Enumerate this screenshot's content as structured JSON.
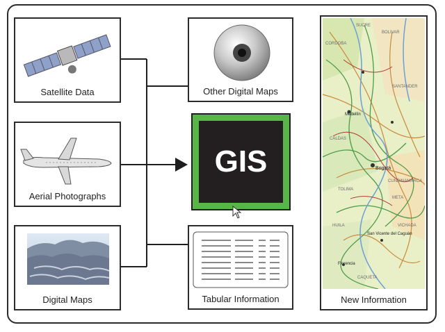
{
  "sources": {
    "satellite": {
      "label": "Satellite Data",
      "icon": "satellite-icon"
    },
    "aerial": {
      "label": "Aerial Photographs",
      "icon": "airplane-icon"
    },
    "digital_maps": {
      "label": "Digital Maps",
      "icon": "terrain-map-icon"
    },
    "other_maps": {
      "label": "Other Digital Maps",
      "icon": "cd-disc-icon"
    },
    "tabular": {
      "label": "Tabular Information",
      "icon": "table-document-icon"
    }
  },
  "gis": {
    "label": "GIS",
    "border_color": "#59b54a",
    "fill_color": "#231f20"
  },
  "output": {
    "label": "New Information",
    "icon": "road-map-icon"
  },
  "map_place_names": [
    "SUCRE",
    "BOLIVAR",
    "CORDOBA",
    "SANTANDER",
    "Bogotá",
    "TOLIMA",
    "HUILA",
    "Florencia",
    "CAQUETA",
    "CUNDINAMARCA",
    "Medellín",
    "CALDAS",
    "San Vicente del Caguán",
    "META",
    "VICHADA"
  ]
}
